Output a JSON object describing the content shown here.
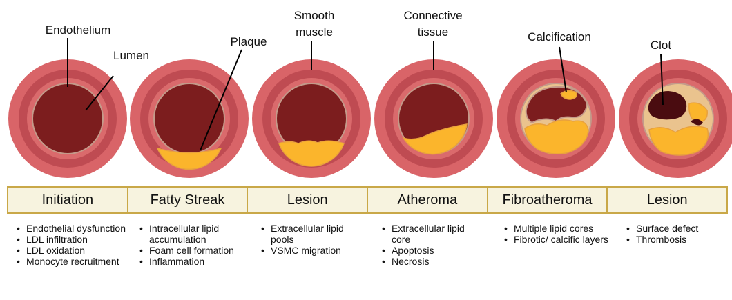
{
  "colors": {
    "outer_wall": "#d96468",
    "media": "#bf4b52",
    "intima": "#da6a6c",
    "endothelium": "#c49a8a",
    "lumen": "#7c1d1e",
    "plaque": "#fbb52c",
    "plaque_edge": "#e8a13e",
    "clot": "#4a0c10",
    "stage_border": "#c9a848",
    "stage_fill": "#f7f3df"
  },
  "labels": {
    "endothelium": "Endothelium",
    "lumen": "Lumen",
    "plaque": "Plaque",
    "smooth_muscle_1": "Smooth",
    "smooth_muscle_2": "muscle",
    "connective_1": "Connective",
    "connective_2": "tissue",
    "calcification": "Calcification",
    "clot": "Clot"
  },
  "stages": [
    {
      "name": "Initiation",
      "bullets": [
        "Endothelial dysfunction",
        "LDL infiltration",
        "LDL oxidation",
        "Monocyte recruitment"
      ]
    },
    {
      "name": "Fatty Streak",
      "bullets": [
        "Intracellular lipid accumulation",
        "Foam cell formation",
        "Inflammation"
      ]
    },
    {
      "name": "Lesion",
      "bullets": [
        "Extracellular lipid pools",
        "VSMC migration"
      ]
    },
    {
      "name": "Atheroma",
      "bullets": [
        "Extracellular lipid core",
        "Apoptosis",
        "Necrosis"
      ]
    },
    {
      "name": "Fibroatheroma",
      "bullets": [
        "Multiple lipid cores",
        "Fibrotic/ calcific layers"
      ]
    },
    {
      "name": "Lesion",
      "bullets": [
        "Surface defect",
        "Thrombosis"
      ]
    }
  ]
}
